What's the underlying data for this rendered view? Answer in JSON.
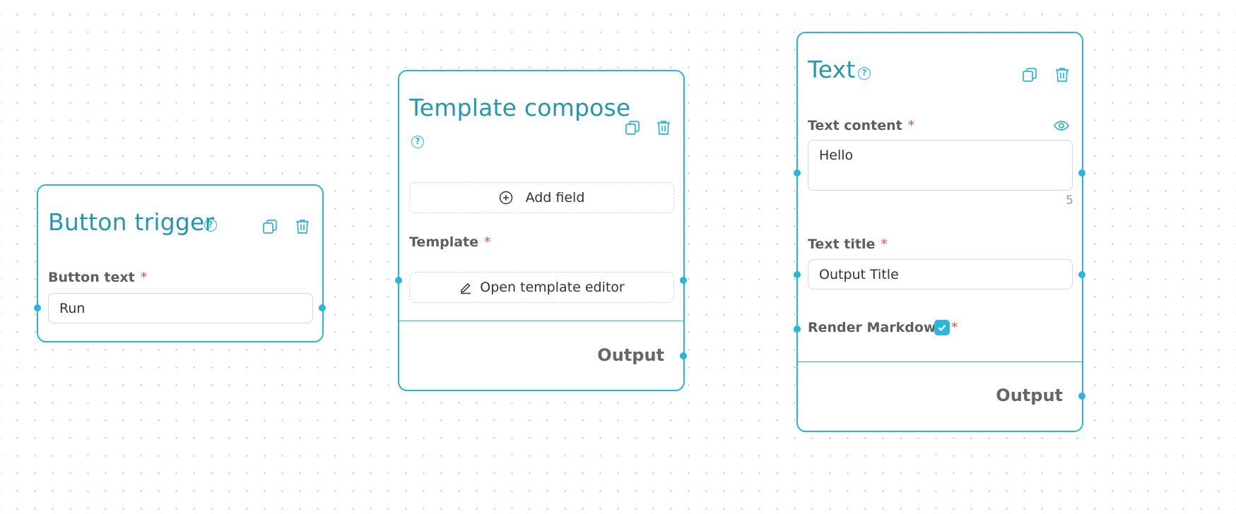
{
  "theme": {
    "accent": "#2bb5d8",
    "title": "#2397b0",
    "required": "#e05050"
  },
  "button_trigger": {
    "title": "Button trigger",
    "field_label": "Button text",
    "required_mark": "*",
    "value": "Run"
  },
  "template_compose": {
    "title": "Template compose",
    "add_field_label": "Add field",
    "template_label": "Template",
    "required_mark": "*",
    "open_editor_label": "Open template editor",
    "output_label": "Output"
  },
  "text_node": {
    "title": "Text",
    "content_label": "Text content",
    "content_value": "Hello",
    "char_count": "5",
    "title_label": "Text title",
    "title_value": "Output Title",
    "markdown_label": "Render Markdown",
    "markdown_checked": true,
    "required_mark": "*",
    "output_label": "Output"
  },
  "icons": [
    "help-icon",
    "duplicate-icon",
    "delete-icon",
    "add-circle-icon",
    "edit-icon",
    "eye-icon",
    "check-icon"
  ]
}
